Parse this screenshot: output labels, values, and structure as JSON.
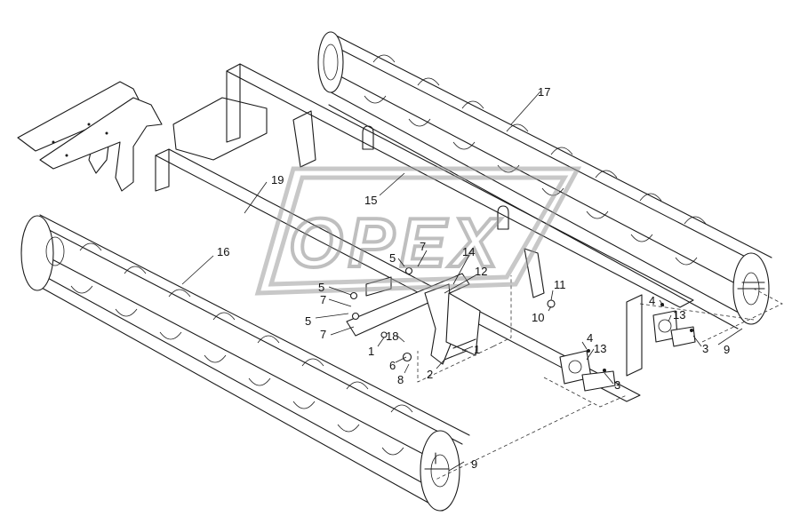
{
  "watermark": {
    "text": "OPEX"
  },
  "callouts": {
    "c1a": "1",
    "c1b": "1",
    "c2": "2",
    "c3a": "3",
    "c3b": "3",
    "c4a": "4",
    "c4b": "4",
    "c5a": "5",
    "c5b": "5",
    "c5c": "5",
    "c6": "6",
    "c7a": "7",
    "c7b": "7",
    "c7c": "7",
    "c8": "8",
    "c9a": "9",
    "c9b": "9",
    "c10": "10",
    "c11": "11",
    "c12": "12",
    "c13a": "13",
    "c13b": "13",
    "c14": "14",
    "c15": "15",
    "c16": "16",
    "c17": "17",
    "c18": "18",
    "c19": "19"
  }
}
